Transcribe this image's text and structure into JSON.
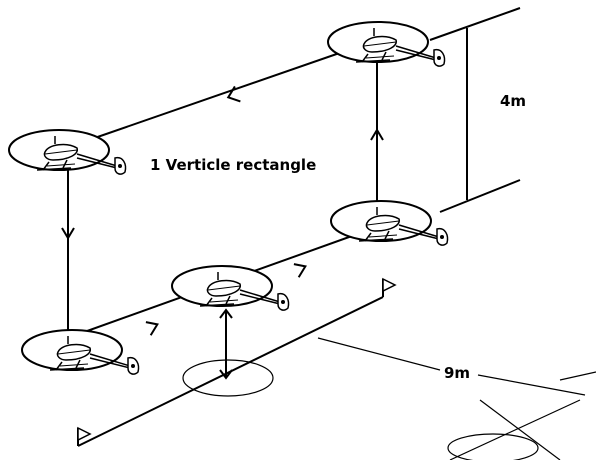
{
  "title": "1   Verticle rectangle",
  "dimensions": {
    "height_label": "4m",
    "width_label": "9m"
  },
  "icons": [
    "helicopter-icon",
    "arrow-icon",
    "flag-icon",
    "landing-pad-icon"
  ],
  "colors": {
    "line": "#000000",
    "background": "#ffffff"
  }
}
